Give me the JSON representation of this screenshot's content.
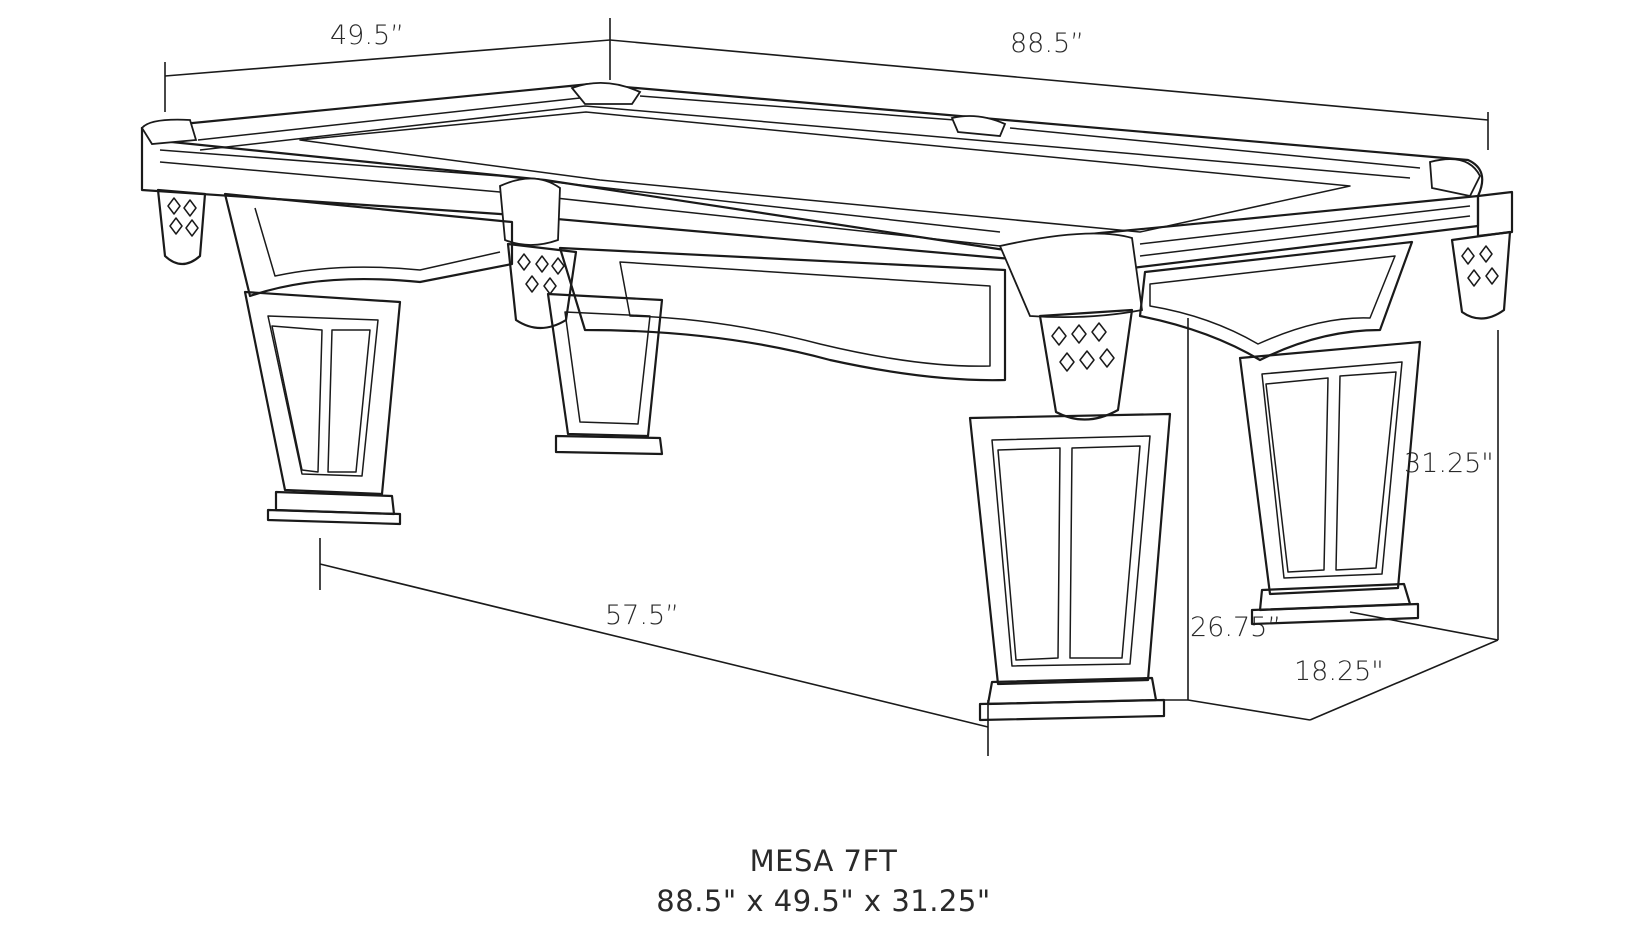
{
  "dimensions": {
    "width": "49.5”",
    "length": "88.5”",
    "leg_span": "57.5”",
    "overall_height": "31.25\"",
    "apron_height": "26.75”",
    "foot_depth": "18.25\""
  },
  "caption": {
    "title": "MESA 7FT",
    "size": "88.5\" x 49.5\" x 31.25\""
  }
}
